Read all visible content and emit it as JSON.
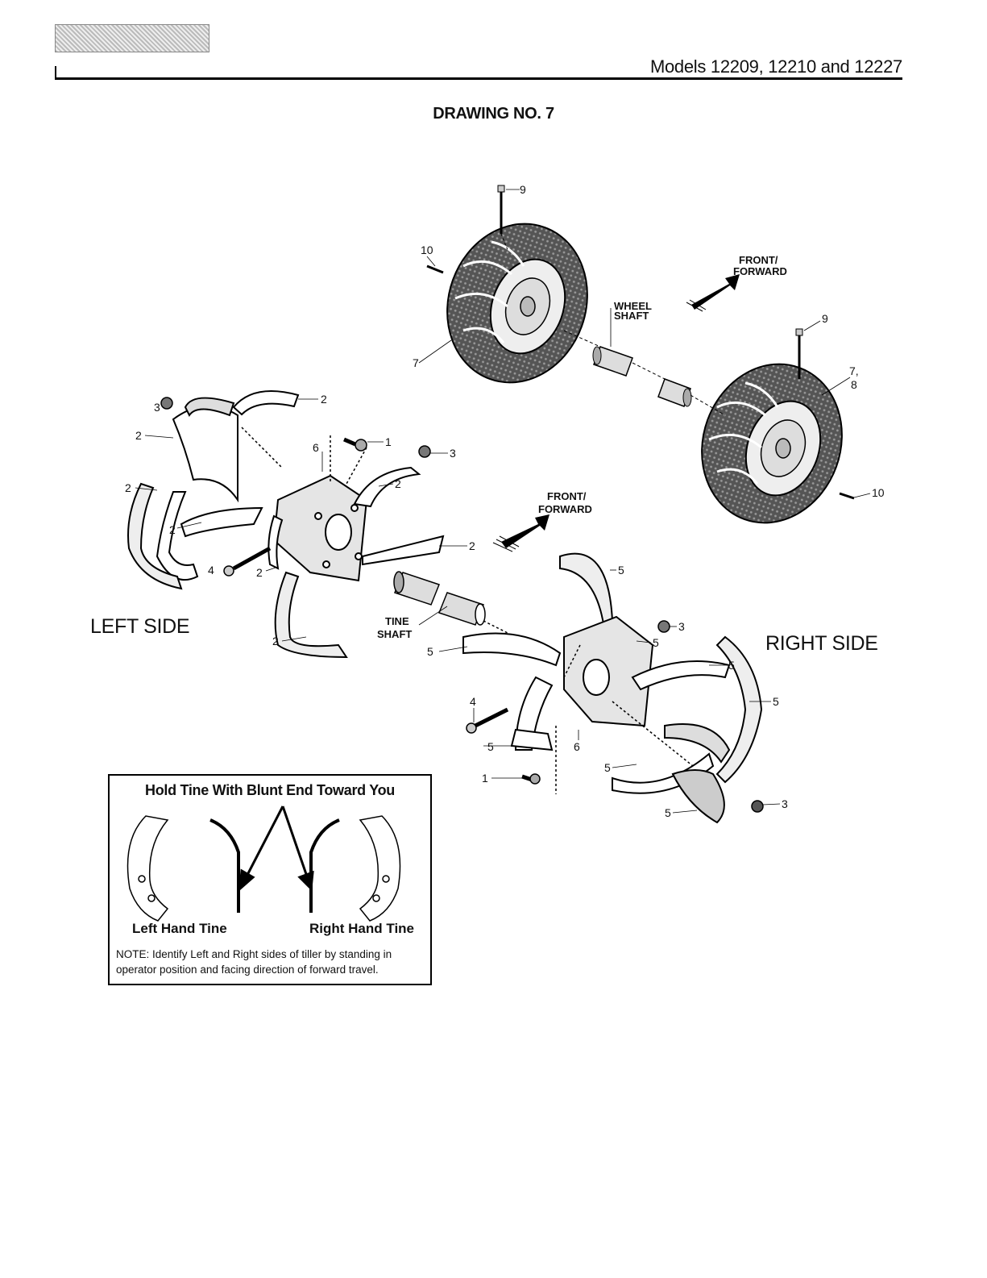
{
  "header": {
    "models": "Models 12209, 12210 and 12227",
    "drawing_title": "DRAWING NO. 7"
  },
  "side_labels": {
    "left": "LEFT SIDE",
    "right": "RIGHT SIDE"
  },
  "callouts": {
    "front_forward_1": "FRONT/",
    "front_forward_2": "FORWARD",
    "wheel_shaft_1": "WHEEL",
    "wheel_shaft_2": "SHAFT",
    "tine_shaft_1": "TINE",
    "tine_shaft_2": "SHAFT",
    "part_1": "1",
    "part_2": "2",
    "part_3": "3",
    "part_4": "4",
    "part_5": "5",
    "part_6": "6",
    "part_7": "7",
    "part_78": "7,",
    "part_8": "8",
    "part_9": "9",
    "part_10": "10"
  },
  "tine_box": {
    "title": "Hold Tine With Blunt End Toward You",
    "left_label": "Left Hand Tine",
    "right_label": "Right Hand Tine",
    "note": "NOTE: Identify Left and Right sides of tiller by standing in operator position and facing direction of forward travel."
  }
}
